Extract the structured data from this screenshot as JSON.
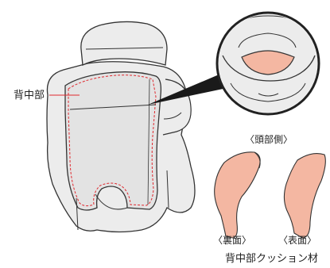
{
  "labels": {
    "back_center": "背中部",
    "head_side": "〈頭部側〉",
    "back_side": "〈裏面〉",
    "front_side": "〈表面〉",
    "cushion_caption": "背中部クッション材"
  },
  "colors": {
    "outline": "#333333",
    "seat_fill": "#ececec",
    "cushion_fill": "#f4b7a2",
    "dashed_red": "#e0282e",
    "lead_line": "#e0282e"
  }
}
